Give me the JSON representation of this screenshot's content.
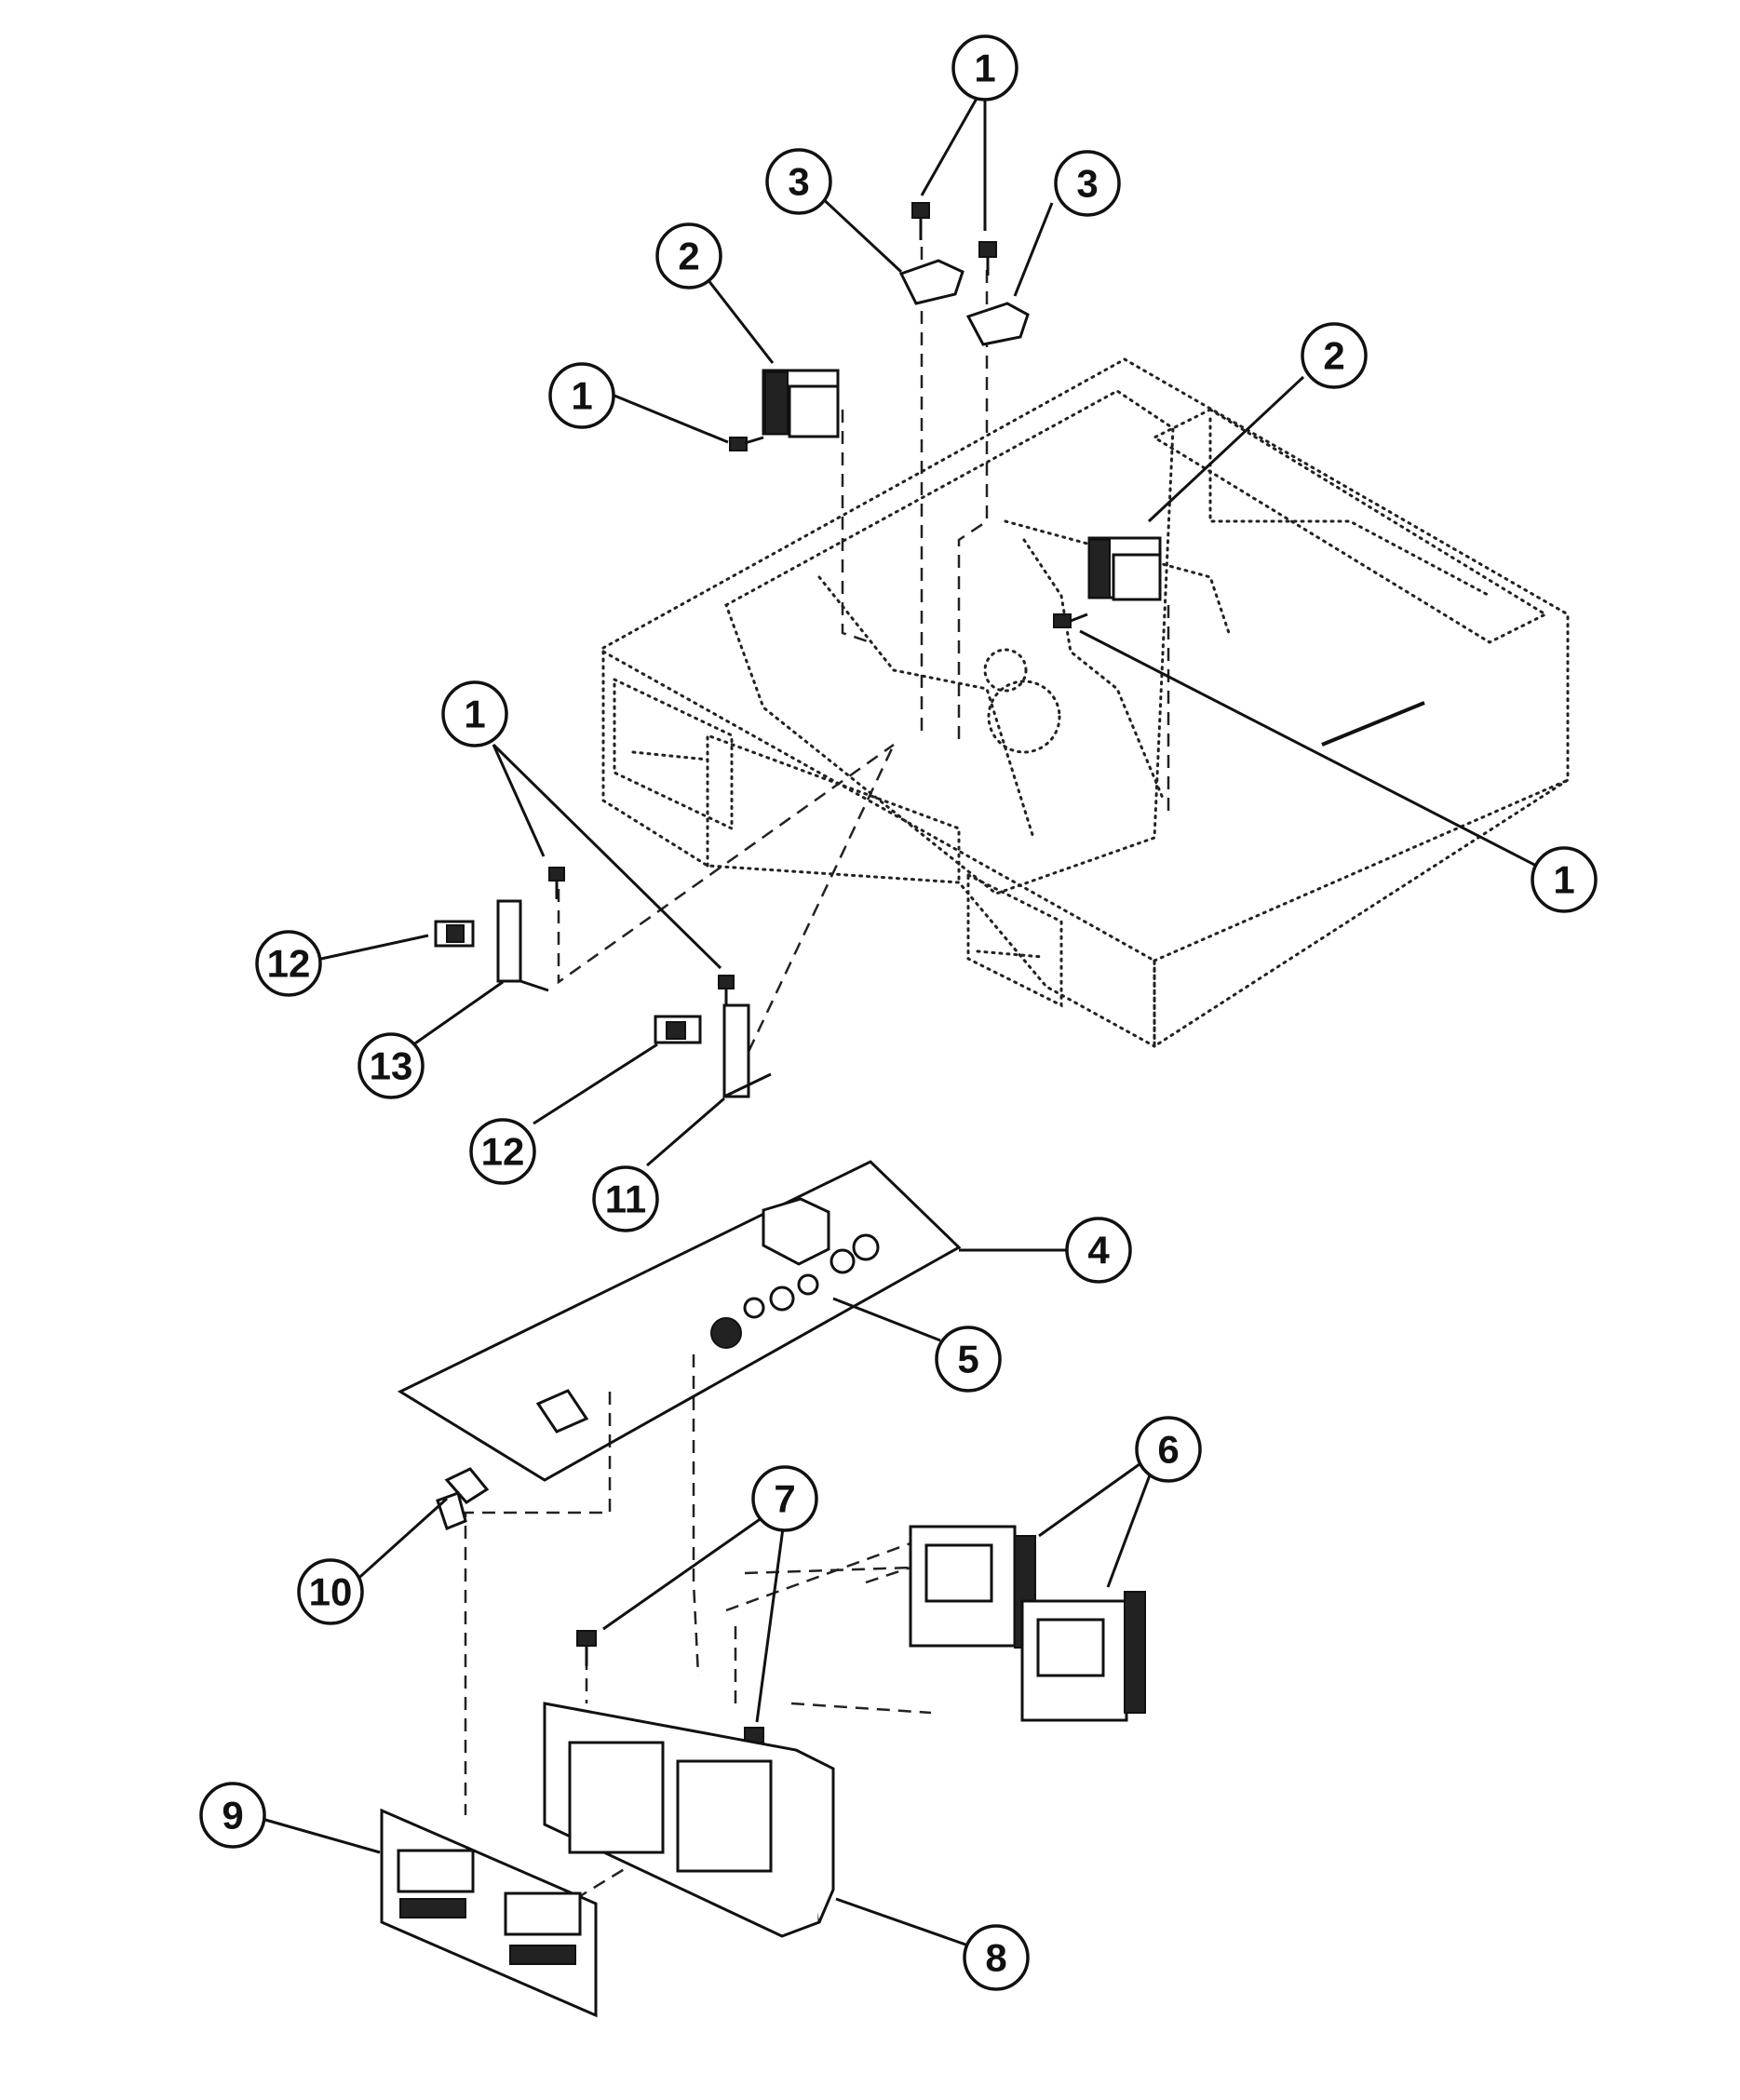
{
  "callouts": [
    {
      "id": "c1-top",
      "number": "1"
    },
    {
      "id": "c3-left",
      "number": "3"
    },
    {
      "id": "c3-right",
      "number": "3"
    },
    {
      "id": "c2-left",
      "number": "2"
    },
    {
      "id": "c1-left",
      "number": "1"
    },
    {
      "id": "c2-right",
      "number": "2"
    },
    {
      "id": "c1-right",
      "number": "1"
    },
    {
      "id": "c1-middle",
      "number": "1"
    },
    {
      "id": "c12-upper",
      "number": "12"
    },
    {
      "id": "c13",
      "number": "13"
    },
    {
      "id": "c12-lower",
      "number": "12"
    },
    {
      "id": "c11",
      "number": "11"
    },
    {
      "id": "c4",
      "number": "4"
    },
    {
      "id": "c5",
      "number": "5"
    },
    {
      "id": "c6",
      "number": "6"
    },
    {
      "id": "c7",
      "number": "7"
    },
    {
      "id": "c10",
      "number": "10"
    },
    {
      "id": "c9",
      "number": "9"
    },
    {
      "id": "c8",
      "number": "8"
    }
  ]
}
